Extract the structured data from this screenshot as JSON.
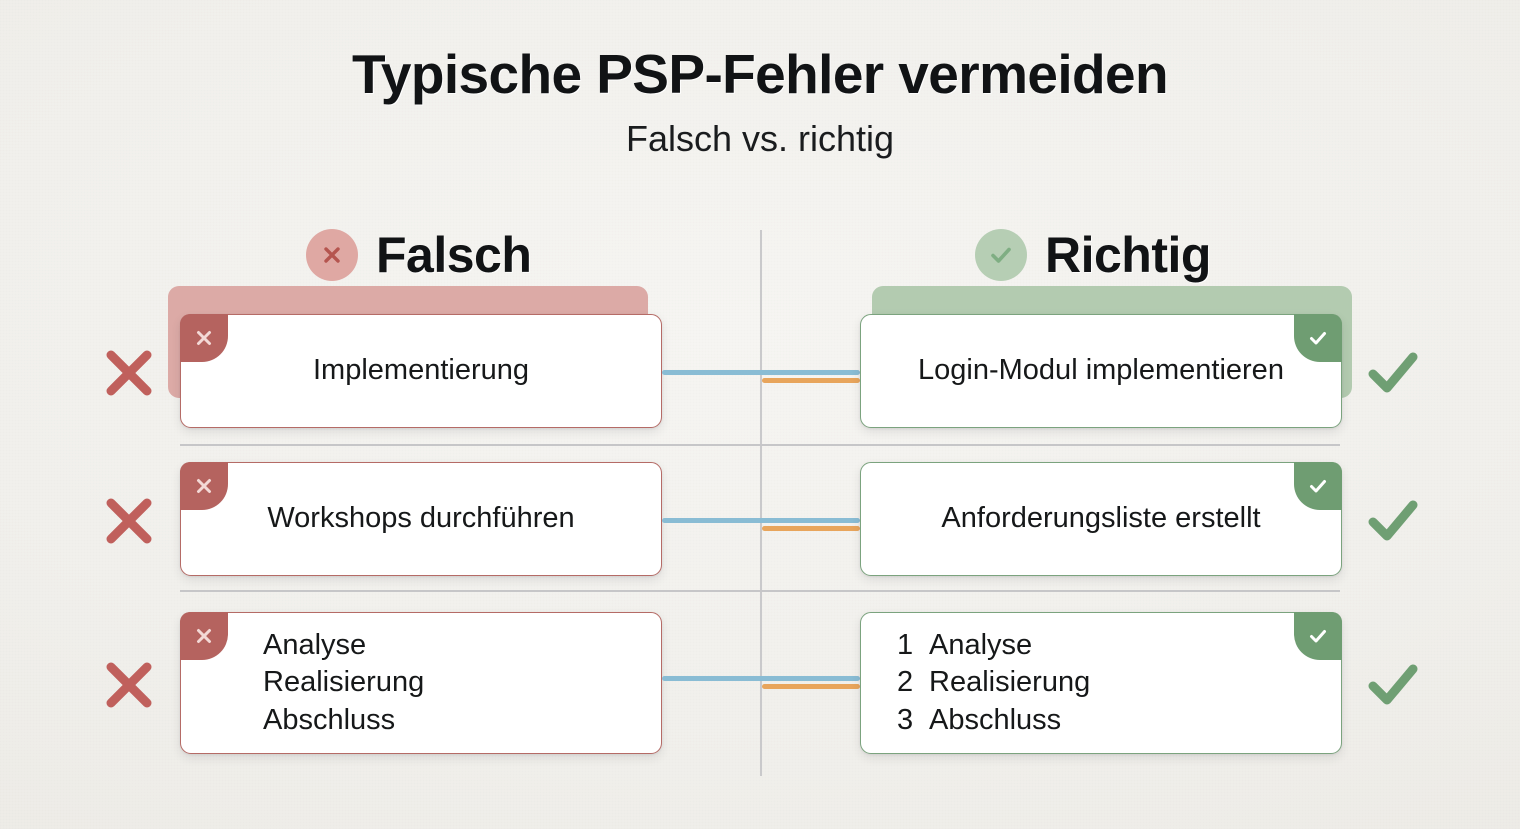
{
  "header": {
    "title": "Typische PSP-Fehler vermeiden",
    "subtitle": "Falsch vs. richtig"
  },
  "columns": {
    "wrong": {
      "label": "Falsch",
      "icon": "x-circle-icon",
      "color": "#b5635f"
    },
    "right": {
      "label": "Richtig",
      "icon": "check-circle-icon",
      "color": "#6f9d72"
    }
  },
  "rows": [
    {
      "wrong": {
        "text": "Implementierung",
        "badge": "x-icon"
      },
      "right": {
        "text": "Login-Modul implementieren",
        "badge": "check-icon"
      }
    },
    {
      "wrong": {
        "text": "Workshops durchführen",
        "badge": "x-icon"
      },
      "right": {
        "text": "Anforderungsliste erstellt",
        "badge": "check-icon"
      }
    },
    {
      "wrong": {
        "badge": "x-icon",
        "lines": [
          "Analyse",
          "Realisierung",
          "Abschluss"
        ]
      },
      "right": {
        "badge": "check-icon",
        "numbered_lines": [
          {
            "num": "1",
            "text": "Analyse"
          },
          {
            "num": "2",
            "text": "Realisierung"
          },
          {
            "num": "3",
            "text": "Abschluss"
          }
        ]
      }
    }
  ],
  "marks": {
    "wrong_mark": "x-mark-icon",
    "right_mark": "check-mark-icon"
  },
  "connectors": {
    "blue": "#89bcd4",
    "orange": "#e8a55c"
  },
  "colors": {
    "background": "#f1f0ec",
    "wrong_accent": "#b5635f",
    "wrong_soft": "#dcaaa6",
    "right_accent": "#6f9d72",
    "right_soft": "#b3cbb0",
    "divider": "#c6c6c8"
  }
}
